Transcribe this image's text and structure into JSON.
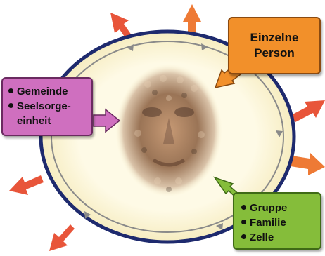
{
  "diagram": {
    "top_right_box": {
      "line1": "Einzelne",
      "line2": "Person",
      "color": "#f2902a"
    },
    "left_box": {
      "items": [
        {
          "text": "Gemeinde"
        },
        {
          "text": "Seelsorge-"
        }
      ],
      "continuation": "einheit",
      "color": "#cf6fbf"
    },
    "bottom_right_box": {
      "items": [
        {
          "text": "Gruppe"
        },
        {
          "text": "Familie"
        },
        {
          "text": "Zelle"
        }
      ],
      "color": "#85bd3a"
    },
    "colors": {
      "outward_arrow": "#e8553a",
      "ring_fill": "#fdf7d8",
      "ring_stroke": "#1e2a6e",
      "inner_ring": "#8a8a8a",
      "center_mosaic": "#b08a6a"
    },
    "center_image": "crowd-mosaic-face"
  }
}
